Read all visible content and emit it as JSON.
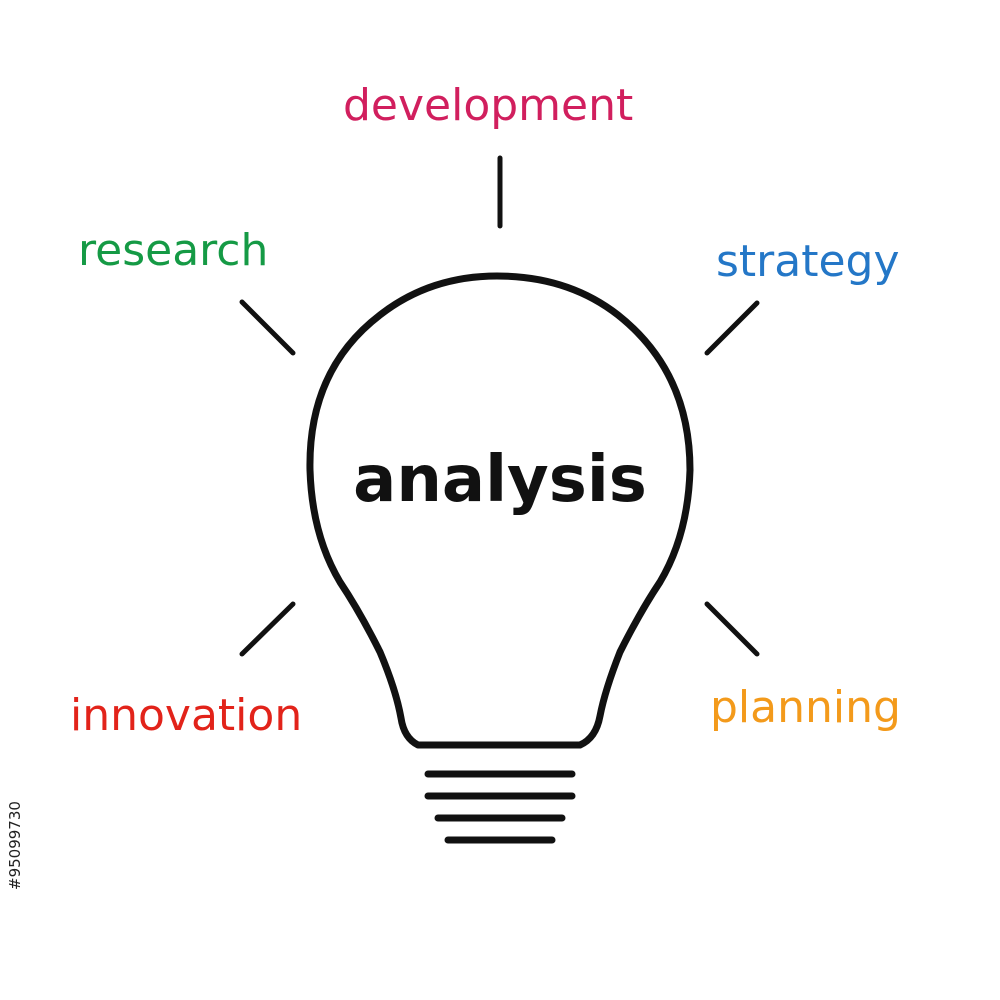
{
  "diagram": {
    "center_label": "analysis",
    "ideas": [
      {
        "key": "development",
        "label": "development",
        "color": "#d11f5e"
      },
      {
        "key": "research",
        "label": "research",
        "color": "#159a45"
      },
      {
        "key": "strategy",
        "label": "strategy",
        "color": "#2477c7"
      },
      {
        "key": "innovation",
        "label": "innovation",
        "color": "#e2231a"
      },
      {
        "key": "planning",
        "label": "planning",
        "color": "#f39a1b"
      }
    ],
    "icon": "light-bulb-icon",
    "stroke_color": "#111111"
  },
  "stock_id": "#95099730"
}
